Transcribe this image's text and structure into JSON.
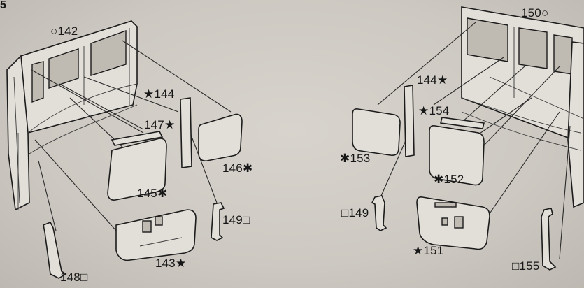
{
  "step_number": "5",
  "labels": {
    "p142": "○142",
    "p144_left": "★144",
    "p147": "147★",
    "p146": "146✱",
    "p145": "145✱",
    "p149_left": "149□",
    "p143": "143★",
    "p148": "148□",
    "p150": "150○",
    "p144_right": "144★",
    "p154": "★154",
    "p153": "✱153",
    "p152": "✱152",
    "p149_right": "□149",
    "p151": "★151",
    "p155": "□155"
  }
}
